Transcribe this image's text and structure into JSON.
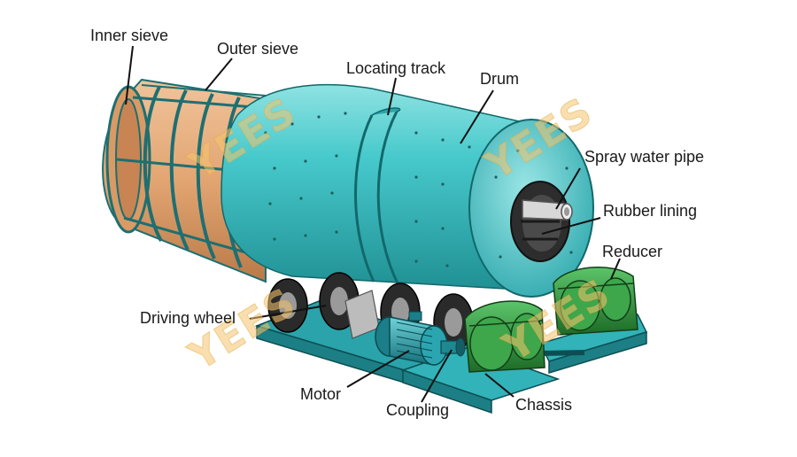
{
  "labels": {
    "inner_sieve": "Inner sieve",
    "outer_sieve": "Outer sieve",
    "locating_track": "Locating track",
    "drum": "Drum",
    "spray_water_pipe": "Spray water pipe",
    "rubber_lining": "Rubber lining",
    "reducer": "Reducer",
    "driving_wheel": "Driving wheel",
    "motor": "Motor",
    "coupling": "Coupling",
    "chassis": "Chassis"
  },
  "watermark": "YEES",
  "colors": {
    "drum": "#3fc3c6",
    "sieve": "#e3a877",
    "sieve_frame": "#1e6f72",
    "gear": "#2f8a3a",
    "chassis": "#3fb8bf",
    "motor": "#1f9aa6",
    "wheel": "#2a2a2a",
    "watermark": "#f4c46e"
  }
}
